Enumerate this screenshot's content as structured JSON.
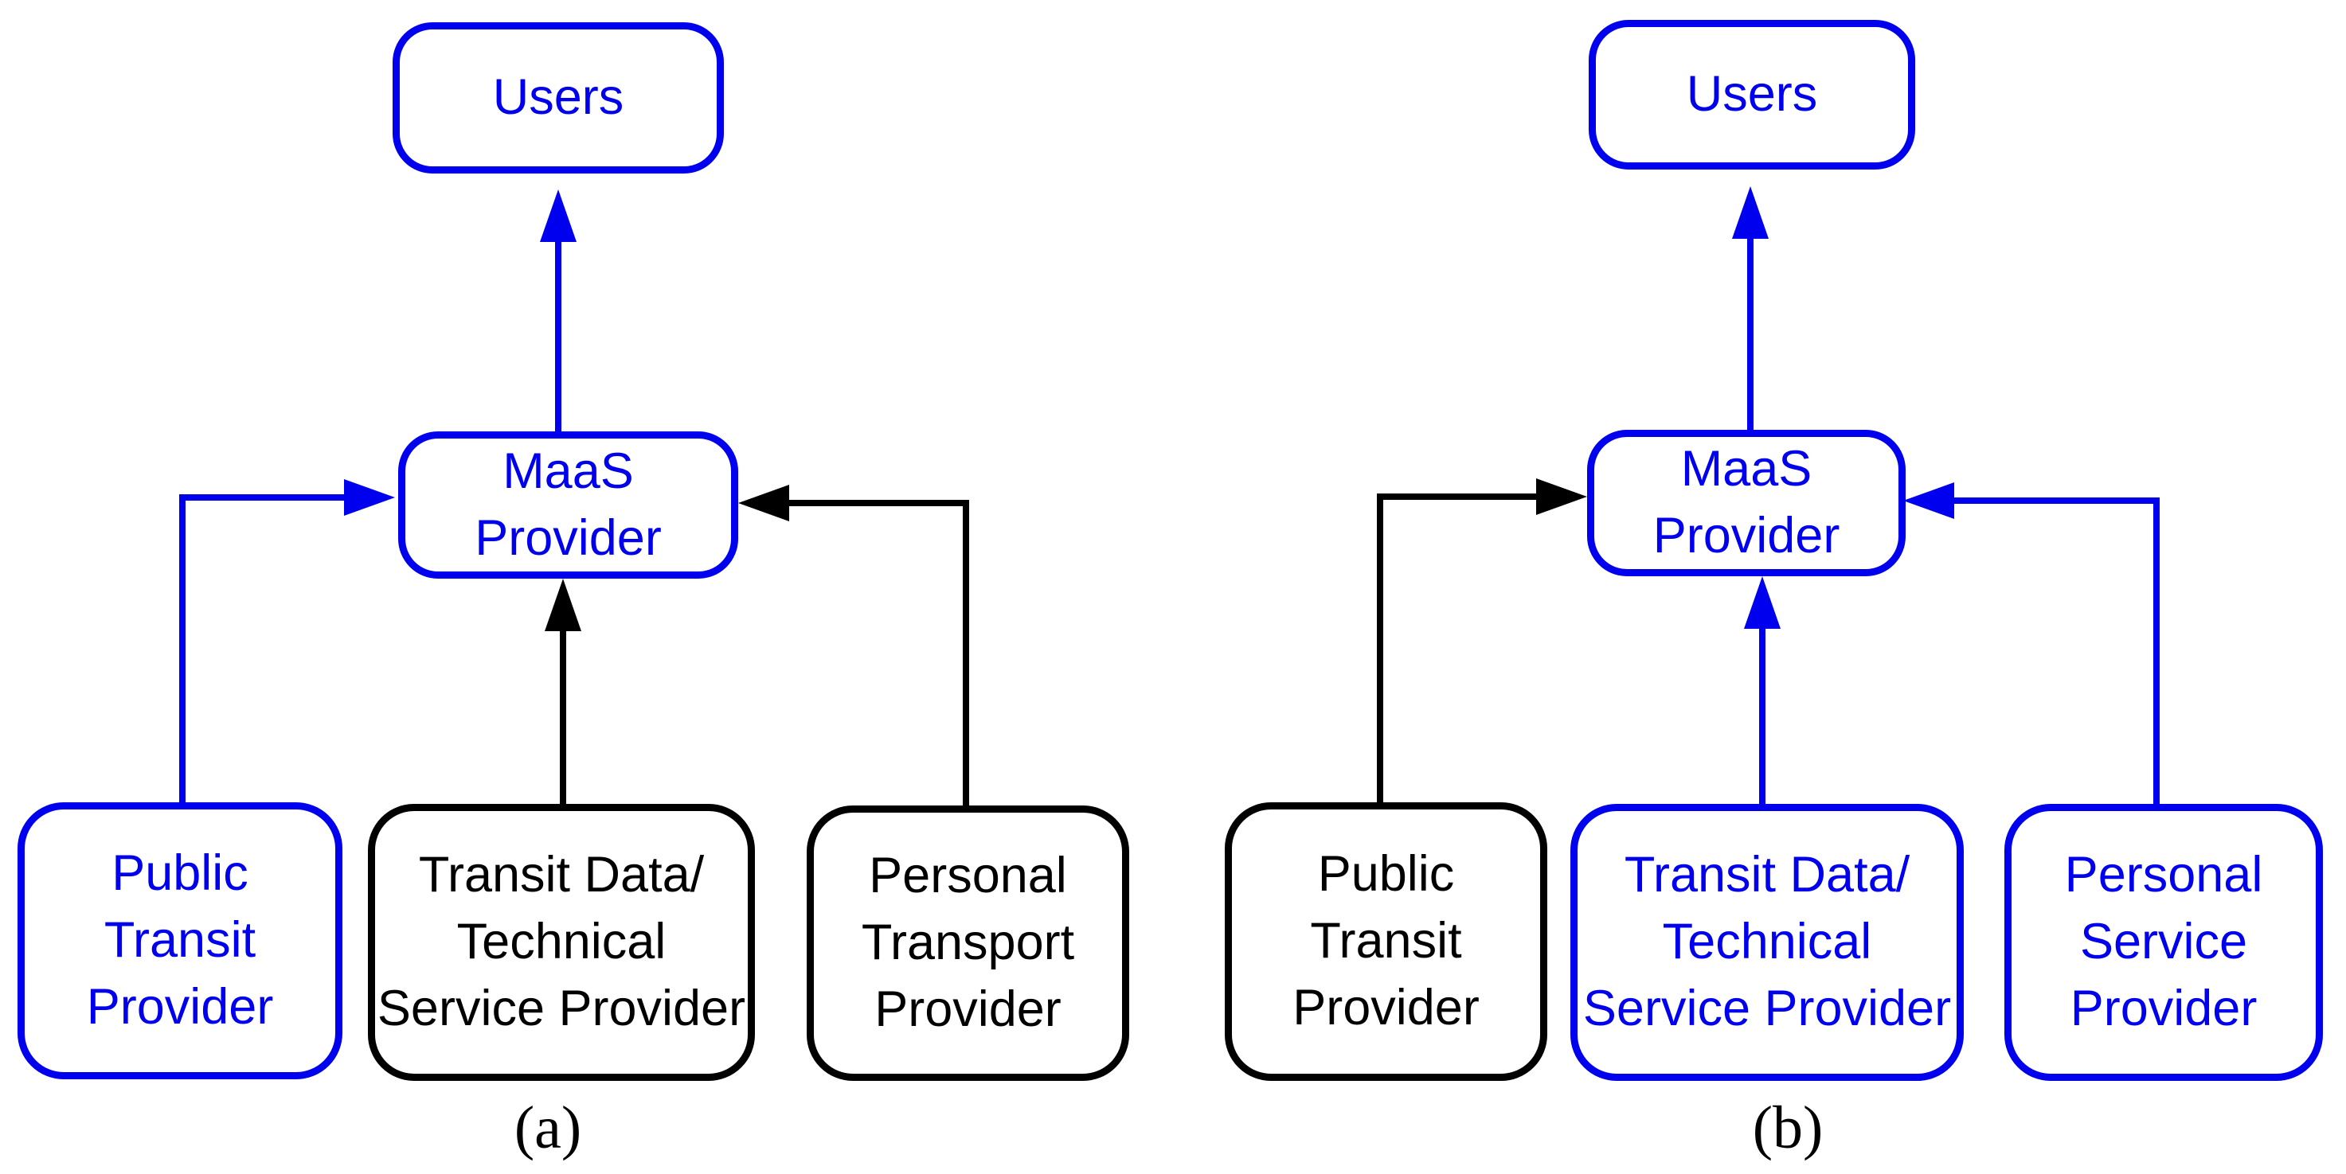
{
  "colors": {
    "blue": "#0000ee",
    "black": "#000000",
    "canvas_bg": "#ffffff"
  },
  "diagram_a": {
    "caption": "(a)",
    "nodes": {
      "users": {
        "label": "Users",
        "color": "blue"
      },
      "maas": {
        "label": "MaaS\nProvider",
        "color": "blue"
      },
      "public_transit": {
        "label": "Public\nTransit\nProvider",
        "color": "blue"
      },
      "transit_data": {
        "label": "Transit Data/\nTechnical\nService Provider",
        "color": "black"
      },
      "personal": {
        "label": "Personal\nTransport\nProvider",
        "color": "black"
      }
    },
    "arrows": [
      {
        "name": "maas-to-users",
        "color": "blue"
      },
      {
        "name": "public-transit-to-maas",
        "color": "blue"
      },
      {
        "name": "transit-data-to-maas",
        "color": "black"
      },
      {
        "name": "personal-transport-to-maas",
        "color": "black"
      }
    ]
  },
  "diagram_b": {
    "caption": "(b)",
    "nodes": {
      "users": {
        "label": "Users",
        "color": "blue"
      },
      "maas": {
        "label": "MaaS\nProvider",
        "color": "blue"
      },
      "public_transit": {
        "label": "Public\nTransit\nProvider",
        "color": "black"
      },
      "transit_data": {
        "label": "Transit Data/\nTechnical\nService Provider",
        "color": "blue"
      },
      "personal": {
        "label": "Personal\nService\nProvider",
        "color": "blue"
      }
    },
    "arrows": [
      {
        "name": "maas-to-users",
        "color": "blue"
      },
      {
        "name": "public-transit-to-maas",
        "color": "black"
      },
      {
        "name": "transit-data-to-maas",
        "color": "blue"
      },
      {
        "name": "personal-service-to-maas",
        "color": "blue"
      }
    ]
  }
}
